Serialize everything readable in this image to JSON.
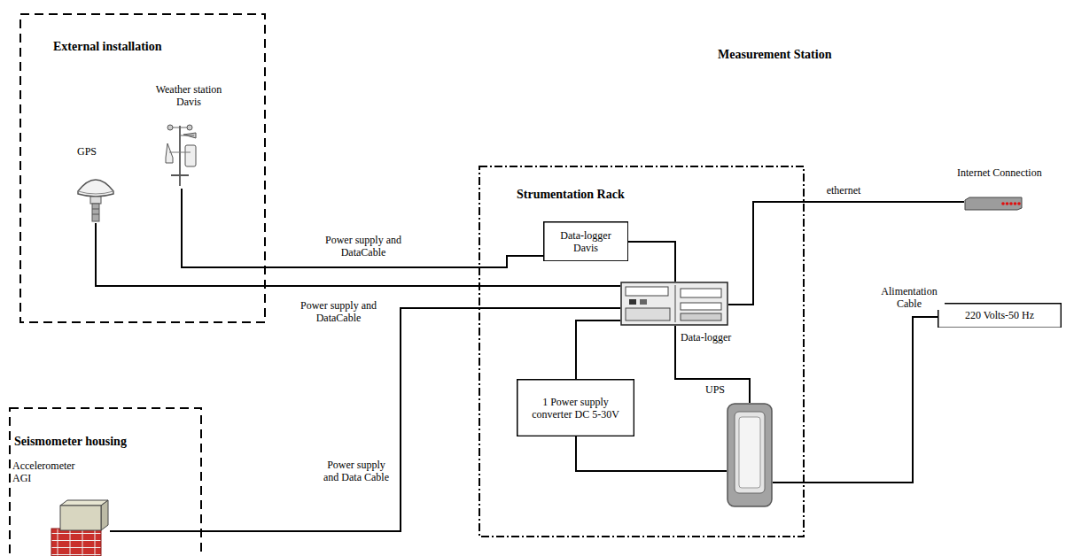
{
  "diagram": {
    "nodes": [
      {
        "text": [
          "External installation"
        ]
      },
      {
        "text": [
          "GPS"
        ],
        "in": 0
      },
      {
        "text": [
          "Weather station Davis"
        ],
        "in": 0
      },
      {
        "text": [
          "Strumentation Rack"
        ]
      },
      {
        "text": [
          "Data-logger Davis"
        ],
        "in": 3
      },
      {
        "text": [
          "Data-logger"
        ],
        "in": 3
      },
      {
        "text": [
          "1 Power supply converter DC 5-30V"
        ],
        "in": 3
      },
      {
        "text": [
          "UPS"
        ],
        "in": 3
      },
      {
        "text": [
          "Internet Connection"
        ]
      },
      {
        "text": [
          "220 Volts-50 Hz"
        ]
      },
      {
        "text": [
          "Seismometer housing"
        ]
      },
      {
        "text": [
          "Accelerometer AGI"
        ],
        "in": 10
      }
    ],
    "edges": [
      {
        "from": 2,
        "to": 4,
        "label": "Power supply and DataCable",
        "arrow": "none"
      },
      {
        "from": 1,
        "to": 5,
        "label": "Power supply and DataCable",
        "arrow": "none"
      },
      {
        "from": 4,
        "to": 5,
        "arrow": "none"
      },
      {
        "from": 5,
        "to": 8,
        "label": "ethernet",
        "arrow": "none"
      },
      {
        "from": 5,
        "to": 6,
        "arrow": "none"
      },
      {
        "from": 5,
        "to": 7,
        "arrow": "none"
      },
      {
        "from": 6,
        "to": 7,
        "arrow": "none"
      },
      {
        "from": 7,
        "to": 9,
        "label": "Alimentation Cable",
        "arrow": "none"
      },
      {
        "from": 11,
        "to": 5,
        "label": "Power supply and Data Cable",
        "arrow": "none"
      }
    ],
    "labels": [
      "Measurement Station"
    ]
  }
}
